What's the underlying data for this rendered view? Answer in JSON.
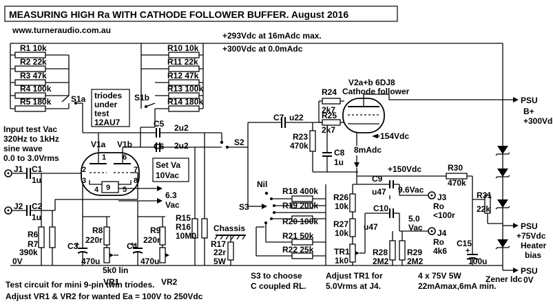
{
  "title": "MEASURING HIGH Ra WITH CATHODE FOLLOWER BUFFER. August 2016",
  "website": "www.turneraudio.com.au",
  "supply": {
    "line1": "+293Vdc at 16mAdc max.",
    "line2": "+300Vdc at 0.0mAdc",
    "psu_b": "PSU",
    "b_plus": "B+",
    "b_plus_v": "+300Vdc",
    "psu_heater": "PSU",
    "heater_v": "+75Vdc",
    "heater_label": "Heater",
    "bias_label": "bias",
    "psu_0v": "PSU",
    "zero_v": "0V",
    "zero_v_left": "0V"
  },
  "resistors_left": [
    "R1 10k",
    "R2 22k",
    "R3 47k",
    "R4 100k",
    "R5 180k"
  ],
  "resistors_right": [
    "R10 10k",
    "R11 22k",
    "R12 47k",
    "R13 100k",
    "R14 180k"
  ],
  "switches": {
    "s1a": "S1a",
    "s1b": "S1b",
    "s2": "S2",
    "s3": "S3"
  },
  "dut_note": [
    "triodes",
    "under",
    "test",
    "12AU7"
  ],
  "input_note": [
    "Input test Vac",
    "320Hz to 1kHz",
    "sine wave",
    "0.0 to 3.0Vrms"
  ],
  "j1": "J1",
  "c1": "C1",
  "c1_val": "1u",
  "j2": "J2",
  "c2": "C2",
  "c2_val": "1u",
  "r6": "R6",
  "r6_val": "390k",
  "r7": "R7",
  "v1a": "V1a",
  "v1b": "V1b",
  "pins": [
    "1",
    "6",
    "2",
    "7",
    "3",
    "8",
    "4",
    "9",
    "5"
  ],
  "c5": "C5",
  "c5_val": "2u2",
  "c6": "C6",
  "c6_val": "2u2",
  "set_va": [
    "Set Va",
    "10Vac"
  ],
  "heater_out": [
    "6.3",
    "Vac"
  ],
  "r8": "R8",
  "r8_val": "220r",
  "r9": "R9",
  "r9_val": "220r",
  "c3": "C3",
  "c3_val": "470u",
  "c4": "C4",
  "c4_val": "470u",
  "vr1": "VR1",
  "vr2": "VR2",
  "vr_val": "5k0 lin",
  "r15": "R15",
  "r16": "R16",
  "r16_val": "10M0",
  "chassis": "Chassis",
  "r17": "R17",
  "r17_val": "22r",
  "r17_w": "5W",
  "c7": "C7",
  "c7_val": "u22",
  "r23": "R23",
  "r23_val": "470k",
  "r24": "R24",
  "r24_val": "2k7",
  "r25": "R25",
  "r25_val": "2k7",
  "v2": [
    "V2a+b 6DJ8",
    "Cathode follower"
  ],
  "v2_k": "+154Vdc",
  "c8": "C8",
  "c8_val": "1u",
  "v2_i": "8mAdc",
  "v150": "+150Vdc",
  "r30": "R30",
  "r30_val": "470k",
  "r31": "R31",
  "r31_val": "22k",
  "nil": "Nil",
  "s3_res": [
    "R18 400k",
    "R19 200k",
    "R20 100k",
    "R21 50k",
    "R22 25k"
  ],
  "r26": "R26",
  "r26_val": "10k",
  "r27": "R27",
  "r27_val": "10k",
  "tr1": "TR1",
  "tr1_val": "1k0",
  "c9": "C9",
  "c9_val": "u47",
  "c10": "C10",
  "c10_val": "u47",
  "v96": "9.6Vac",
  "v50": [
    "5.0",
    "Vac"
  ],
  "j3": "J3",
  "j3_ro": "Ro",
  "j3_val": "<100r",
  "j4": "J4",
  "j4_ro": "Ro",
  "j4_val": "4k6",
  "r28": "R28",
  "r28_val": "2M2",
  "r29": "R29",
  "r29_val": "2M2",
  "c15": "C15",
  "c15_val": "100u",
  "zener": "Zener Idc",
  "notes_bottom_left": [
    "Test circuit for mini 9-pin twin triodes.",
    "Adjust VR1 & VR2 for wanted Ea = 100V to 250Vdc"
  ],
  "notes_s3": [
    "S3 to choose",
    "C coupled RL."
  ],
  "notes_tr1": [
    "Adjust TR1 for",
    "5.0Vrms  at J4."
  ],
  "notes_zener": [
    "4 x 75V 5W",
    "22mAmax,6mA min."
  ]
}
